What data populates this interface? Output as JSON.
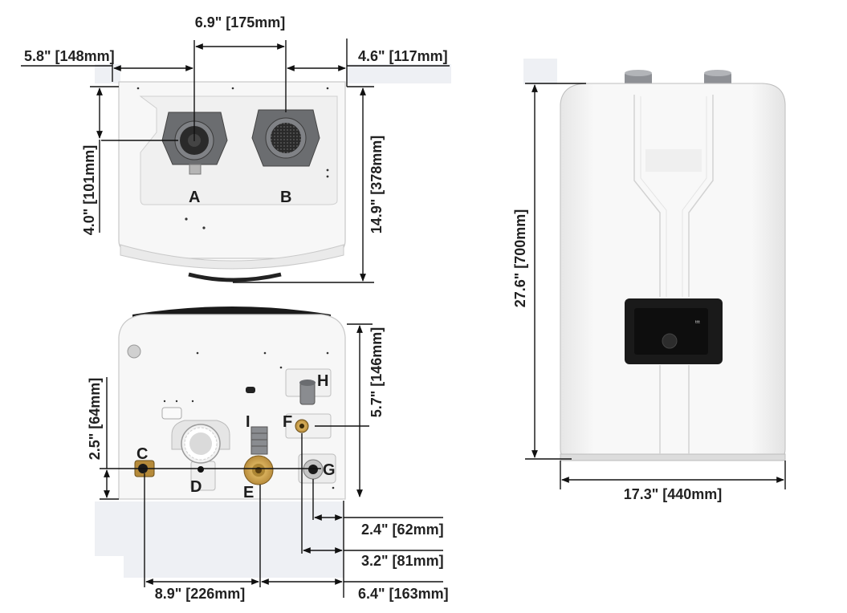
{
  "top_view": {
    "dims": {
      "left_offset": "5.8\" [148mm]",
      "spacing": "6.9\" [175mm]",
      "right_offset": "4.6\" [117mm]",
      "front_offset": "4.0\" [101mm]",
      "depth": "14.9\" [378mm]"
    },
    "labels": {
      "a": "A",
      "b": "B"
    }
  },
  "bottom_view": {
    "dims": {
      "h_height": "5.7\" [146mm]",
      "c_height": "2.5\" [64mm]",
      "g_offset": "2.4\" [62mm]",
      "f_offset": "3.2\" [81mm]",
      "c_to_e": "8.9\" [226mm]",
      "e_offset": "6.4\" [163mm]"
    },
    "labels": {
      "c": "C",
      "d": "D",
      "e": "E",
      "f": "F",
      "g": "G",
      "h": "H",
      "i": "I"
    }
  },
  "front_view": {
    "dims": {
      "height": "27.6\" [700mm]",
      "width": "17.3\" [440mm]"
    }
  },
  "colors": {
    "brass": "#c8a04a",
    "vent_gray": "#6b6d70",
    "panel_black": "#1a1a1a"
  }
}
